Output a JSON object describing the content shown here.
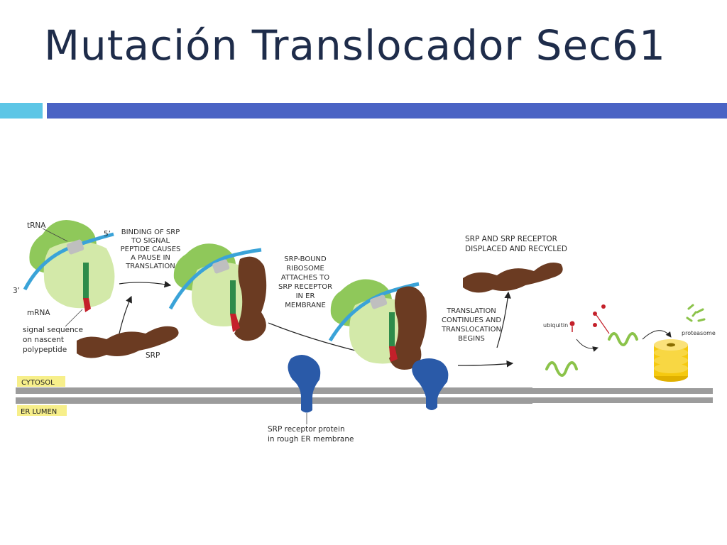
{
  "slide": {
    "title": "Mutación Translocador Sec61"
  },
  "diagram": {
    "trna": "tRNA",
    "five_prime": "5’",
    "three_prime": "3’",
    "mrna": "mRNA",
    "signal_seq": [
      "signal sequence",
      "on nascent",
      "polypeptide"
    ],
    "srp": "SRP",
    "step1": [
      "BINDING OF SRP",
      "TO SIGNAL",
      "PEPTIDE CAUSES",
      "A PAUSE IN",
      "TRANSLATION"
    ],
    "step2": [
      "SRP-BOUND",
      "RIBOSOME",
      "ATTACHES TO",
      "SRP RECEPTOR",
      "IN ER",
      "MEMBRANE"
    ],
    "step3": [
      "SRP AND SRP RECEPTOR",
      "DISPLACED AND RECYCLED"
    ],
    "step4": [
      "TRANSLATION",
      "CONTINUES AND",
      "TRANSLOCATION",
      "BEGINS"
    ],
    "cytosol": "CYTOSOL",
    "er_lumen": "ER LUMEN",
    "receptor": [
      "SRP receptor protein",
      "in rough ER membrane"
    ],
    "ubiquitin": "ubiquitin",
    "proteasome": "proteasome"
  },
  "colors": {
    "ribosome_large": "#8fc85a",
    "ribosome_small": "#d3e9a9",
    "mrna": "#3aa3d8",
    "srp": "#6b3b22",
    "peptide_green": "#2e8b4a",
    "signal_red": "#c4202a",
    "receptor_blue": "#2a5aa8",
    "membrane": "#9c9c9c",
    "label_highlight": "#f7ef8a",
    "proteasome": "#f5c90f"
  }
}
